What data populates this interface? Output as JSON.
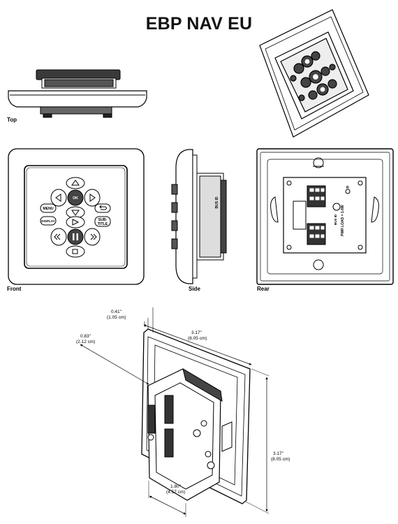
{
  "title": "EBP NAV EU",
  "views": {
    "top": "Top",
    "front": "Front",
    "side": "Side",
    "rear": "Rear"
  },
  "buttons": {
    "ok": "OK",
    "menu": "MENU",
    "display": "DISPLAY",
    "sub_title_1": "SUB-",
    "sub_title_2": "TITLE"
  },
  "side_label": "BUS ID",
  "rear_labels": {
    "pwr_load": "PWR LOAD = 1.6W",
    "bus_id": "BUS ID",
    "r": "R"
  },
  "dimensions": {
    "depth_in": "0.41\"",
    "depth_cm": "(1.05 cm)",
    "module_depth_in": "0.83\"",
    "module_depth_cm": "(2.12 cm)",
    "width_in": "3.17\"",
    "width_cm": "(8.05 cm)",
    "height_in": "3.17\"",
    "height_cm": "(8.05 cm)",
    "module_width_in": "1.80\"",
    "module_width_cm": "(4.57 cm)"
  }
}
